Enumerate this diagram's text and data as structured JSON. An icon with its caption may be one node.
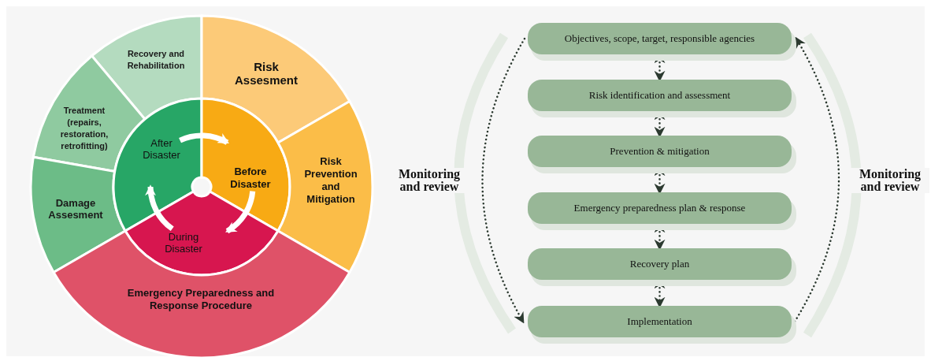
{
  "diagram": {
    "nodes": [
      {
        "text": [
          "Recovery and Rehabilitation"
        ]
      },
      {
        "text": [
          "Treatment (repairs, restoration, retrofitting)"
        ]
      },
      {
        "text": [
          "Damage Assesment"
        ]
      },
      {
        "text": [
          "After Disaster"
        ]
      },
      {
        "text": [
          "Risk Assesment"
        ]
      },
      {
        "text": [
          "Before Disaster"
        ]
      },
      {
        "text": [
          "Risk Prevention and Mitigation"
        ]
      },
      {
        "text": [
          "During Disaster"
        ]
      },
      {
        "text": [
          "Emergency Preparedness and Response Procedure"
        ]
      },
      {
        "text": [
          "Objectives, scope, target, responsible agencies"
        ]
      },
      {
        "text": [
          "Risk identification and assessment"
        ]
      },
      {
        "text": [
          "Prevention & mitigation"
        ]
      },
      {
        "text": [
          "Emergency preparedness plan & response"
        ]
      },
      {
        "text": [
          "Recovery plan"
        ]
      },
      {
        "text": [
          "Implementation"
        ]
      }
    ],
    "edges": [
      {
        "from": 3,
        "to": 5,
        "arrow": "to",
        "style": "thick",
        "color": "#ffffff"
      },
      {
        "from": 5,
        "to": 7,
        "arrow": "to",
        "style": "thick",
        "color": "#ffffff"
      },
      {
        "from": 7,
        "to": 3,
        "arrow": "to",
        "style": "thick",
        "color": "#ffffff"
      },
      {
        "from": 9,
        "to": 10,
        "arrow": "both",
        "style": "dashed"
      },
      {
        "from": 10,
        "to": 11,
        "arrow": "both",
        "style": "dashed"
      },
      {
        "from": 11,
        "to": 12,
        "arrow": "both",
        "style": "dashed"
      },
      {
        "from": 12,
        "to": 13,
        "arrow": "both",
        "style": "dashed"
      },
      {
        "from": 13,
        "to": 14,
        "arrow": "both",
        "style": "dashed"
      },
      {
        "from": 9,
        "to": 14,
        "arrow": "to",
        "style": "dashed",
        "label": "Monitoring and review"
      },
      {
        "from": 14,
        "to": 9,
        "arrow": "to",
        "style": "dashed",
        "label": "Monitoring and review"
      }
    ]
  }
}
